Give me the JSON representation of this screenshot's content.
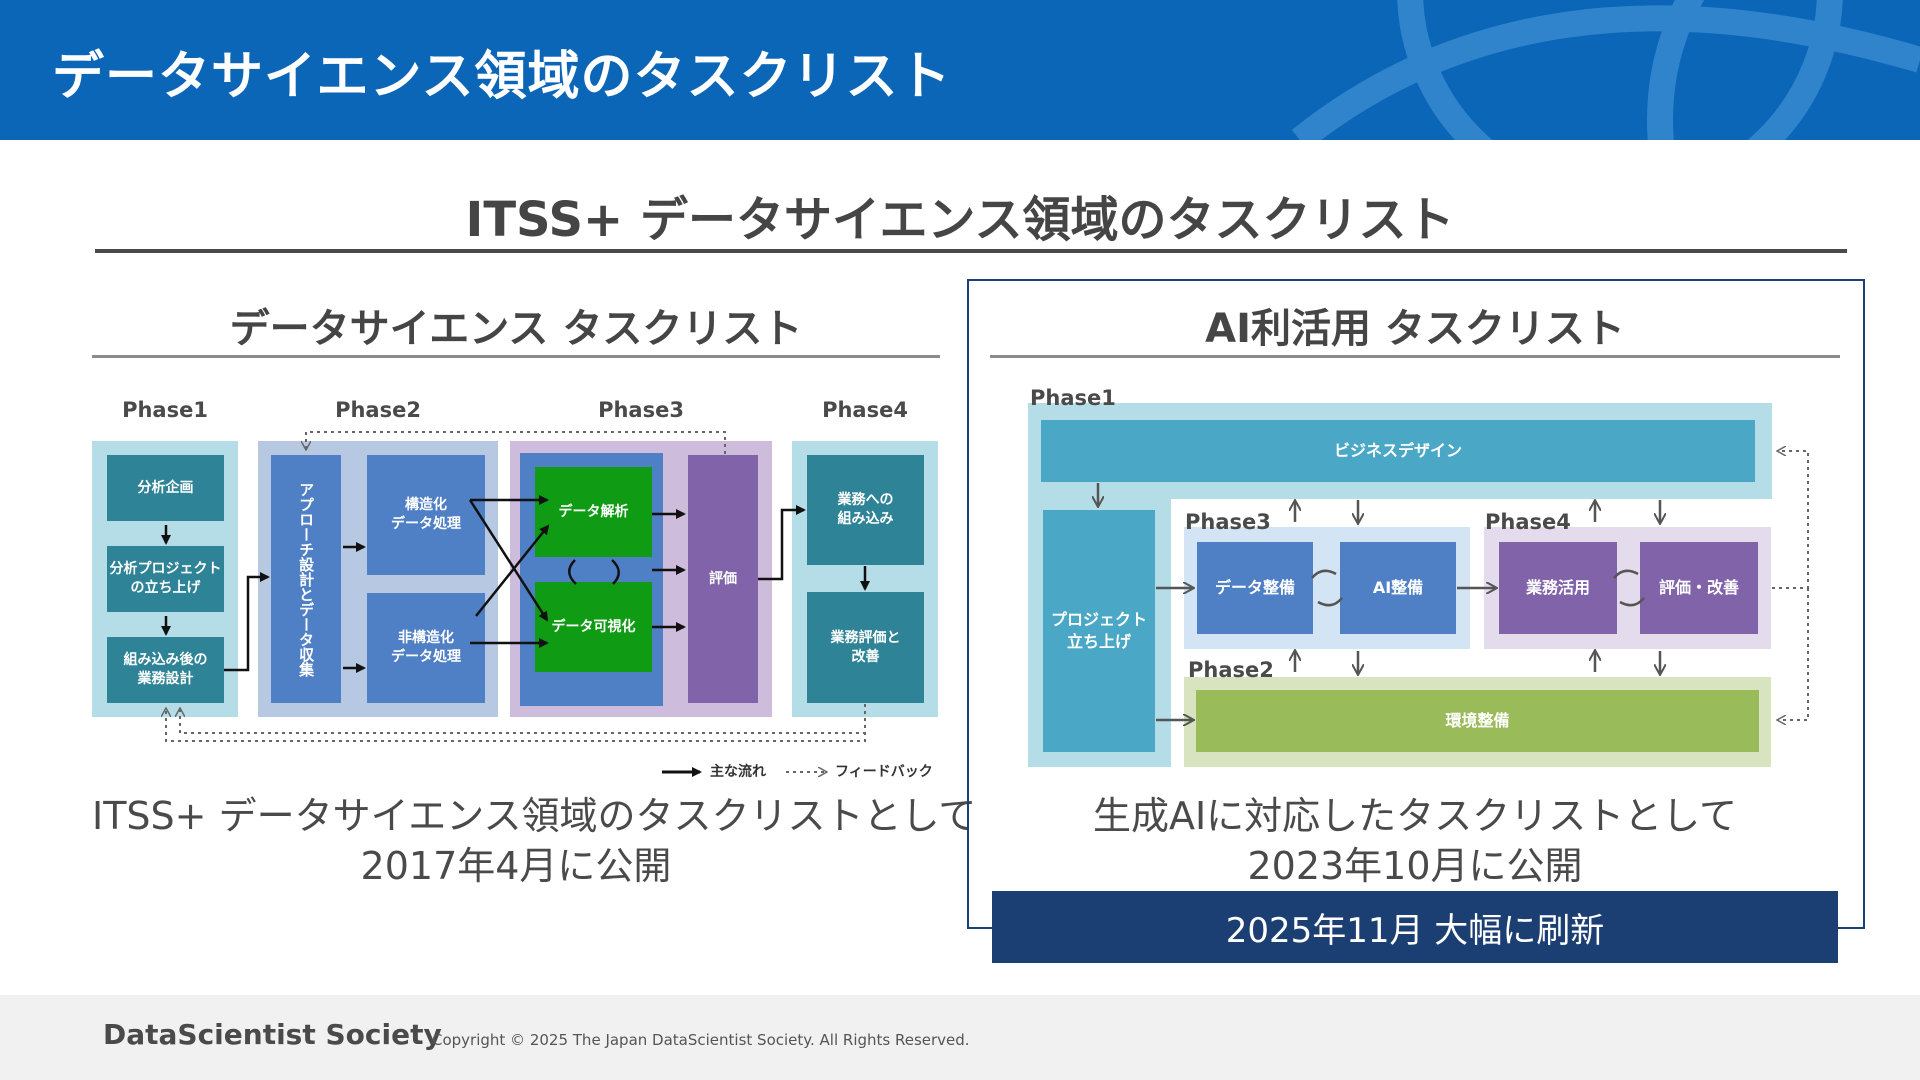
{
  "header": {
    "title": "データサイエンス領域のタスクリスト"
  },
  "main_title": "ITSS+ データサイエンス領域のタスクリスト",
  "left": {
    "title": "データサイエンス タスクリスト",
    "phases": [
      "Phase1",
      "Phase2",
      "Phase3",
      "Phase4"
    ],
    "boxes": {
      "bunseki_kikaku": "分析企画",
      "project_start": "分析プロジェクト\nの立ち上げ",
      "gyomu_sekkei": "組み込み後の\n業務設計",
      "approach": "アプローチ設計とデータ収集",
      "kozoka": "構造化\nデータ処理",
      "hikozoka": "非構造化\nデータ処理",
      "kaiseki": "データ解析",
      "kashika": "データ可視化",
      "hyoka": "評価",
      "kumikomi": "業務への\n組み込み",
      "kaizen": "業務評価と\n改善"
    },
    "legend": {
      "main": "主な流れ",
      "feedback": "フィードバック"
    },
    "caption_line1": "ITSS+ データサイエンス領域のタスクリストとして",
    "caption_line2": "2017年4月に公開"
  },
  "right": {
    "title": "AI利活用 タスクリスト",
    "phases": {
      "p1": "Phase1",
      "p2": "Phase2",
      "p3": "Phase3",
      "p4": "Phase4"
    },
    "boxes": {
      "business_design": "ビジネスデザイン",
      "project": "プロジェクト\n立ち上げ",
      "data_seibi": "データ整備",
      "ai_seibi": "AI整備",
      "gyomu_katsuyo": "業務活用",
      "hyoka_kaizen": "評価・改善",
      "kankyo": "環境整備"
    },
    "caption_line1": "生成AIに対応したタスクリストとして",
    "caption_line2": "2023年10月に公開",
    "banner": "2025年11月 大幅に刷新"
  },
  "footer": {
    "logo": "DataScientist Society",
    "copyright": "Copyright © 2025 The Japan DataScientist Society. All Rights Reserved."
  },
  "colors": {
    "header_blue": "#0b66b8",
    "teal": "#2f8396",
    "light_blue_bg": "#b4dde8",
    "phase2_bg": "#b7c9e2",
    "mid_blue": "#4f7fc4",
    "phase3_bg": "#cdbcdc",
    "green": "#0f9b14",
    "purple": "#8063a8",
    "biz_teal": "#4aa8c6",
    "lime": "#9abb59",
    "navy": "#1c3f73"
  }
}
